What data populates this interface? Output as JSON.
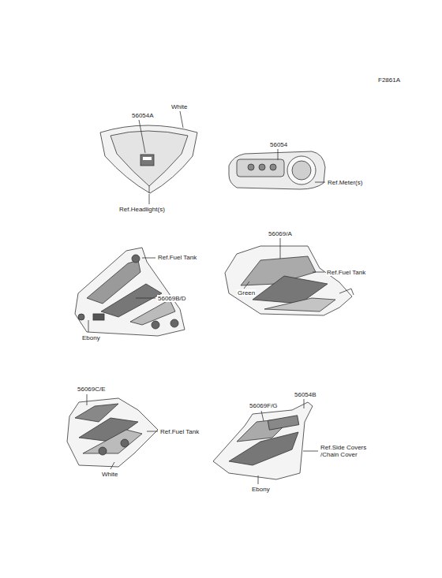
{
  "diagram": {
    "labels": [
      "F2861A",
      "56054A",
      "White",
      "Ref.Headlight(s)",
      "56054",
      "Ref.Meter(s)",
      "56069/A",
      "Ref.Fuel Tank",
      "Green",
      "Ref.Fuel Tank",
      "56069B/D",
      "Ebony",
      "56069C/E",
      "Ref.Fuel Tank",
      "White",
      "56069F/G",
      "56054B",
      "Ref.Side Covers /Chain Cover",
      "Ebony"
    ]
  }
}
